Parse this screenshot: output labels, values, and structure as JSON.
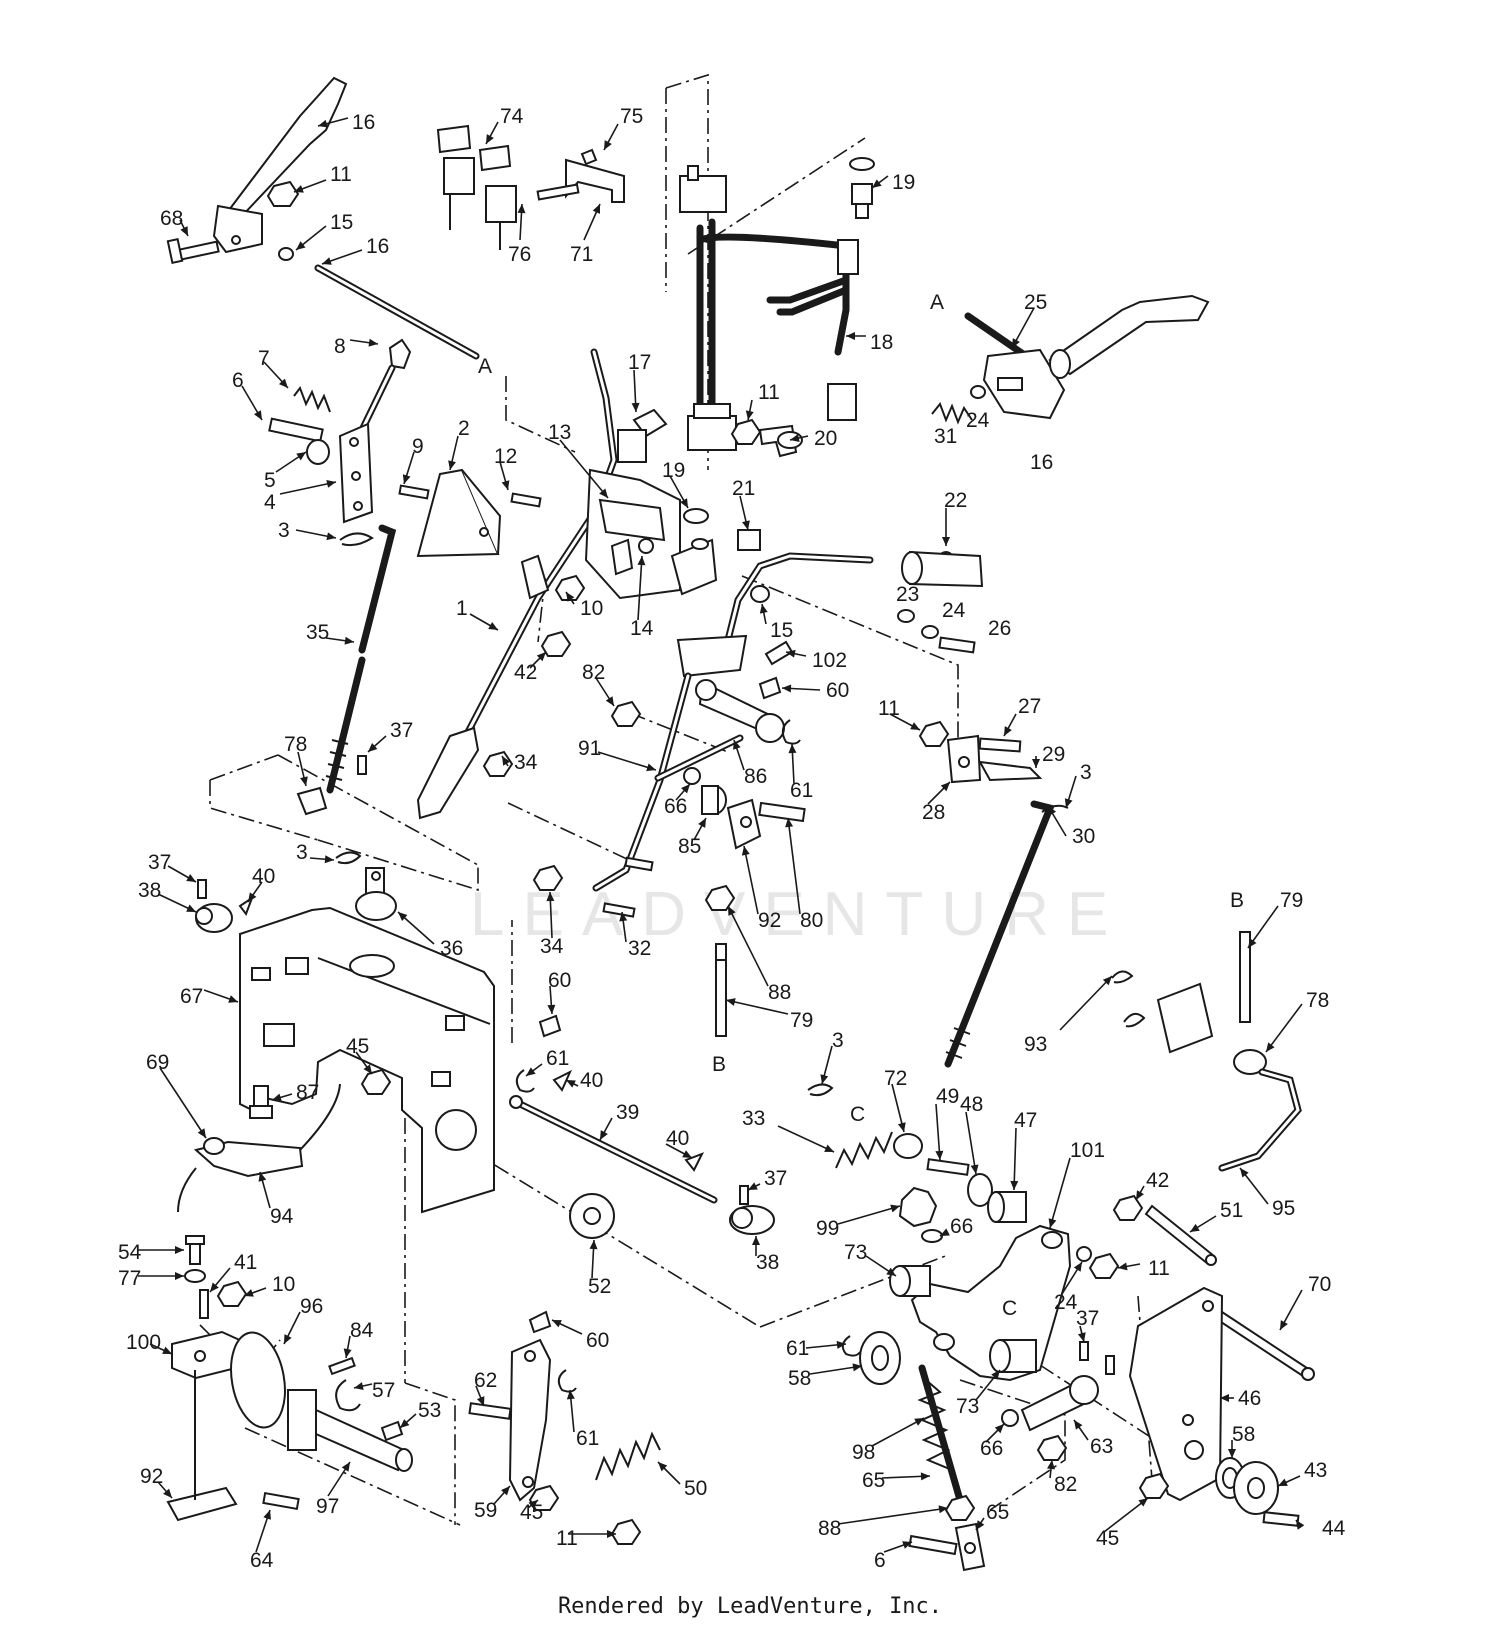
{
  "footer": "Rendered by LeadVenture, Inc.",
  "watermark": "LEADVENTURE",
  "callouts": [
    {
      "id": "c-16a",
      "text": "16"
    },
    {
      "id": "c-11a",
      "text": "11"
    },
    {
      "id": "c-68",
      "text": "68"
    },
    {
      "id": "c-15a",
      "text": "15"
    },
    {
      "id": "c-16b",
      "text": "16"
    },
    {
      "id": "c-74",
      "text": "74"
    },
    {
      "id": "c-75",
      "text": "75"
    },
    {
      "id": "c-76",
      "text": "76"
    },
    {
      "id": "c-71",
      "text": "71"
    },
    {
      "id": "c-19a",
      "text": "19"
    },
    {
      "id": "c-18",
      "text": "18"
    },
    {
      "id": "c-A1",
      "text": "A"
    },
    {
      "id": "c-8",
      "text": "8"
    },
    {
      "id": "c-7",
      "text": "7"
    },
    {
      "id": "c-6a",
      "text": "6"
    },
    {
      "id": "c-5",
      "text": "5"
    },
    {
      "id": "c-4",
      "text": "4"
    },
    {
      "id": "c-3a",
      "text": "3"
    },
    {
      "id": "c-9",
      "text": "9"
    },
    {
      "id": "c-2",
      "text": "2"
    },
    {
      "id": "c-12",
      "text": "12"
    },
    {
      "id": "c-13",
      "text": "13"
    },
    {
      "id": "c-17",
      "text": "17"
    },
    {
      "id": "c-11b",
      "text": "11"
    },
    {
      "id": "c-20",
      "text": "20"
    },
    {
      "id": "c-19b",
      "text": "19"
    },
    {
      "id": "c-21",
      "text": "21"
    },
    {
      "id": "c-A2",
      "text": "A"
    },
    {
      "id": "c-25",
      "text": "25"
    },
    {
      "id": "c-31",
      "text": "31"
    },
    {
      "id": "c-24a",
      "text": "24"
    },
    {
      "id": "c-16c",
      "text": "16"
    },
    {
      "id": "c-22",
      "text": "22"
    },
    {
      "id": "c-23",
      "text": "23"
    },
    {
      "id": "c-24b",
      "text": "24"
    },
    {
      "id": "c-26",
      "text": "26"
    },
    {
      "id": "c-1",
      "text": "1"
    },
    {
      "id": "c-10a",
      "text": "10"
    },
    {
      "id": "c-14",
      "text": "14"
    },
    {
      "id": "c-15b",
      "text": "15"
    },
    {
      "id": "c-102",
      "text": "102"
    },
    {
      "id": "c-35",
      "text": "35"
    },
    {
      "id": "c-42a",
      "text": "42"
    },
    {
      "id": "c-82a",
      "text": "82"
    },
    {
      "id": "c-60a",
      "text": "60"
    },
    {
      "id": "c-11c",
      "text": "11"
    },
    {
      "id": "c-27",
      "text": "27"
    },
    {
      "id": "c-78a",
      "text": "78"
    },
    {
      "id": "c-37a",
      "text": "37"
    },
    {
      "id": "c-34a",
      "text": "34"
    },
    {
      "id": "c-91",
      "text": "91"
    },
    {
      "id": "c-86",
      "text": "86"
    },
    {
      "id": "c-61a",
      "text": "61"
    },
    {
      "id": "c-29",
      "text": "29"
    },
    {
      "id": "c-3b",
      "text": "3"
    },
    {
      "id": "c-28",
      "text": "28"
    },
    {
      "id": "c-66a",
      "text": "66"
    },
    {
      "id": "c-85",
      "text": "85"
    },
    {
      "id": "c-30",
      "text": "30"
    },
    {
      "id": "c-37b",
      "text": "37"
    },
    {
      "id": "c-40a",
      "text": "40"
    },
    {
      "id": "c-3c",
      "text": "3"
    },
    {
      "id": "c-38a",
      "text": "38"
    },
    {
      "id": "c-92a",
      "text": "92"
    },
    {
      "id": "c-80",
      "text": "80"
    },
    {
      "id": "c-34b",
      "text": "34"
    },
    {
      "id": "c-32",
      "text": "32"
    },
    {
      "id": "c-36",
      "text": "36"
    },
    {
      "id": "c-88a",
      "text": "88"
    },
    {
      "id": "c-B1",
      "text": "B"
    },
    {
      "id": "c-79a",
      "text": "79"
    },
    {
      "id": "c-67",
      "text": "67"
    },
    {
      "id": "c-60b",
      "text": "60"
    },
    {
      "id": "c-79b",
      "text": "79"
    },
    {
      "id": "c-78b",
      "text": "78"
    },
    {
      "id": "c-93",
      "text": "93"
    },
    {
      "id": "c-B2",
      "text": "B"
    },
    {
      "id": "c-69",
      "text": "69"
    },
    {
      "id": "c-87",
      "text": "87"
    },
    {
      "id": "c-45a",
      "text": "45"
    },
    {
      "id": "c-61b",
      "text": "61"
    },
    {
      "id": "c-40b",
      "text": "40"
    },
    {
      "id": "c-3d",
      "text": "3"
    },
    {
      "id": "c-72",
      "text": "72"
    },
    {
      "id": "c-49",
      "text": "49"
    },
    {
      "id": "c-48",
      "text": "48"
    },
    {
      "id": "c-47",
      "text": "47"
    },
    {
      "id": "c-101",
      "text": "101"
    },
    {
      "id": "c-33",
      "text": "33"
    },
    {
      "id": "c-C1",
      "text": "C"
    },
    {
      "id": "c-39",
      "text": "39"
    },
    {
      "id": "c-42b",
      "text": "42"
    },
    {
      "id": "c-95",
      "text": "95"
    },
    {
      "id": "c-94",
      "text": "94"
    },
    {
      "id": "c-40c",
      "text": "40"
    },
    {
      "id": "c-37c",
      "text": "37"
    },
    {
      "id": "c-99",
      "text": "99"
    },
    {
      "id": "c-66b",
      "text": "66"
    },
    {
      "id": "c-51",
      "text": "51"
    },
    {
      "id": "c-11d",
      "text": "11"
    },
    {
      "id": "c-38b",
      "text": "38"
    },
    {
      "id": "c-73a",
      "text": "73"
    },
    {
      "id": "c-24c",
      "text": "24"
    },
    {
      "id": "c-54",
      "text": "54"
    },
    {
      "id": "c-41",
      "text": "41"
    },
    {
      "id": "c-77",
      "text": "77"
    },
    {
      "id": "c-10b",
      "text": "10"
    },
    {
      "id": "c-52",
      "text": "52"
    },
    {
      "id": "c-C2",
      "text": "C"
    },
    {
      "id": "c-70",
      "text": "70"
    },
    {
      "id": "c-96",
      "text": "96"
    },
    {
      "id": "c-84",
      "text": "84"
    },
    {
      "id": "c-100",
      "text": "100"
    },
    {
      "id": "c-60c",
      "text": "60"
    },
    {
      "id": "c-61c",
      "text": "61"
    },
    {
      "id": "c-37d",
      "text": "37"
    },
    {
      "id": "c-58a",
      "text": "58"
    },
    {
      "id": "c-57",
      "text": "57"
    },
    {
      "id": "c-62",
      "text": "62"
    },
    {
      "id": "c-73b",
      "text": "73"
    },
    {
      "id": "c-46",
      "text": "46"
    },
    {
      "id": "c-53",
      "text": "53"
    },
    {
      "id": "c-61d",
      "text": "61"
    },
    {
      "id": "c-98",
      "text": "98"
    },
    {
      "id": "c-63",
      "text": "63"
    },
    {
      "id": "c-92b",
      "text": "92"
    },
    {
      "id": "c-97",
      "text": "97"
    },
    {
      "id": "c-59",
      "text": "59"
    },
    {
      "id": "c-45b",
      "text": "45"
    },
    {
      "id": "c-50",
      "text": "50"
    },
    {
      "id": "c-65a",
      "text": "65"
    },
    {
      "id": "c-66c",
      "text": "66"
    },
    {
      "id": "c-82b",
      "text": "82"
    },
    {
      "id": "c-58b",
      "text": "58"
    },
    {
      "id": "c-43",
      "text": "43"
    },
    {
      "id": "c-11e",
      "text": "11"
    },
    {
      "id": "c-88b",
      "text": "88"
    },
    {
      "id": "c-65b",
      "text": "65"
    },
    {
      "id": "c-64",
      "text": "64"
    },
    {
      "id": "c-6b",
      "text": "6"
    },
    {
      "id": "c-45c",
      "text": "45"
    },
    {
      "id": "c-44",
      "text": "44"
    }
  ]
}
